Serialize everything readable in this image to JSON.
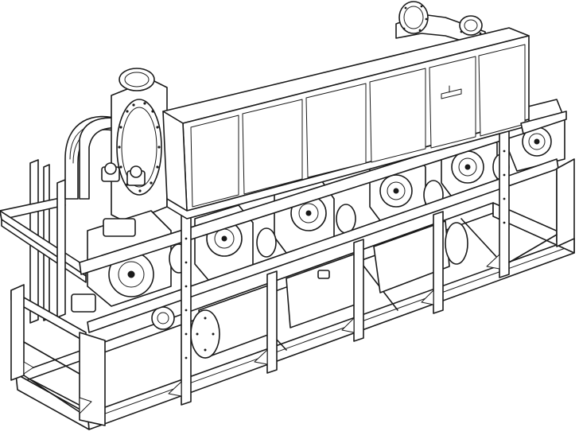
{
  "drawing": {
    "subject": "compressor-rack-assembly",
    "line_color": "#1a1a1a",
    "background_color": "#ffffff",
    "components": {
      "compressors": 6,
      "receivers": 3,
      "control_panel_doors": 6,
      "headers": 2
    }
  }
}
